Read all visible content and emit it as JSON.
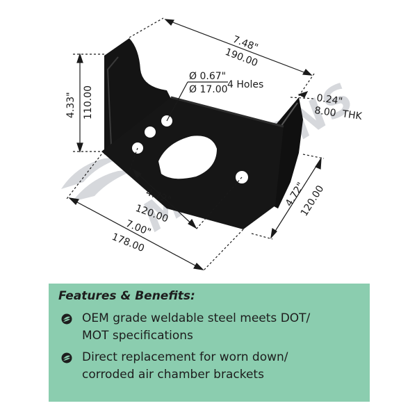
{
  "dimensions": {
    "length_in": "7.48\"",
    "length_mm": "190.00",
    "height_in": "4.33\"",
    "height_mm": "110.00",
    "hole_in": "Ø 0.67\"",
    "hole_mm": "Ø 17.00",
    "hole_count": "4 Holes",
    "thickness_in": "0.24\"",
    "thickness_mm": "8.00",
    "thickness_label": "THK",
    "hole_spacing_in": "4.72\"",
    "hole_spacing_mm": "120.00",
    "base_length_in": "7.00\"",
    "base_length_mm": "178.00",
    "depth_in": "4.72\"",
    "depth_mm": "120.00"
  },
  "watermark": "MANSONS",
  "features": {
    "title": "Features & Benefits:",
    "items": [
      {
        "line1": "OEM grade weldable steel meets DOT/",
        "line2": "MOT specifications"
      },
      {
        "line1": "Direct replacement for worn down/",
        "line2": "corroded air chamber brackets"
      }
    ]
  },
  "colors": {
    "panel": "#8bcdaf",
    "bracket": "#141414",
    "dimension_line": "#1a1a1a"
  }
}
